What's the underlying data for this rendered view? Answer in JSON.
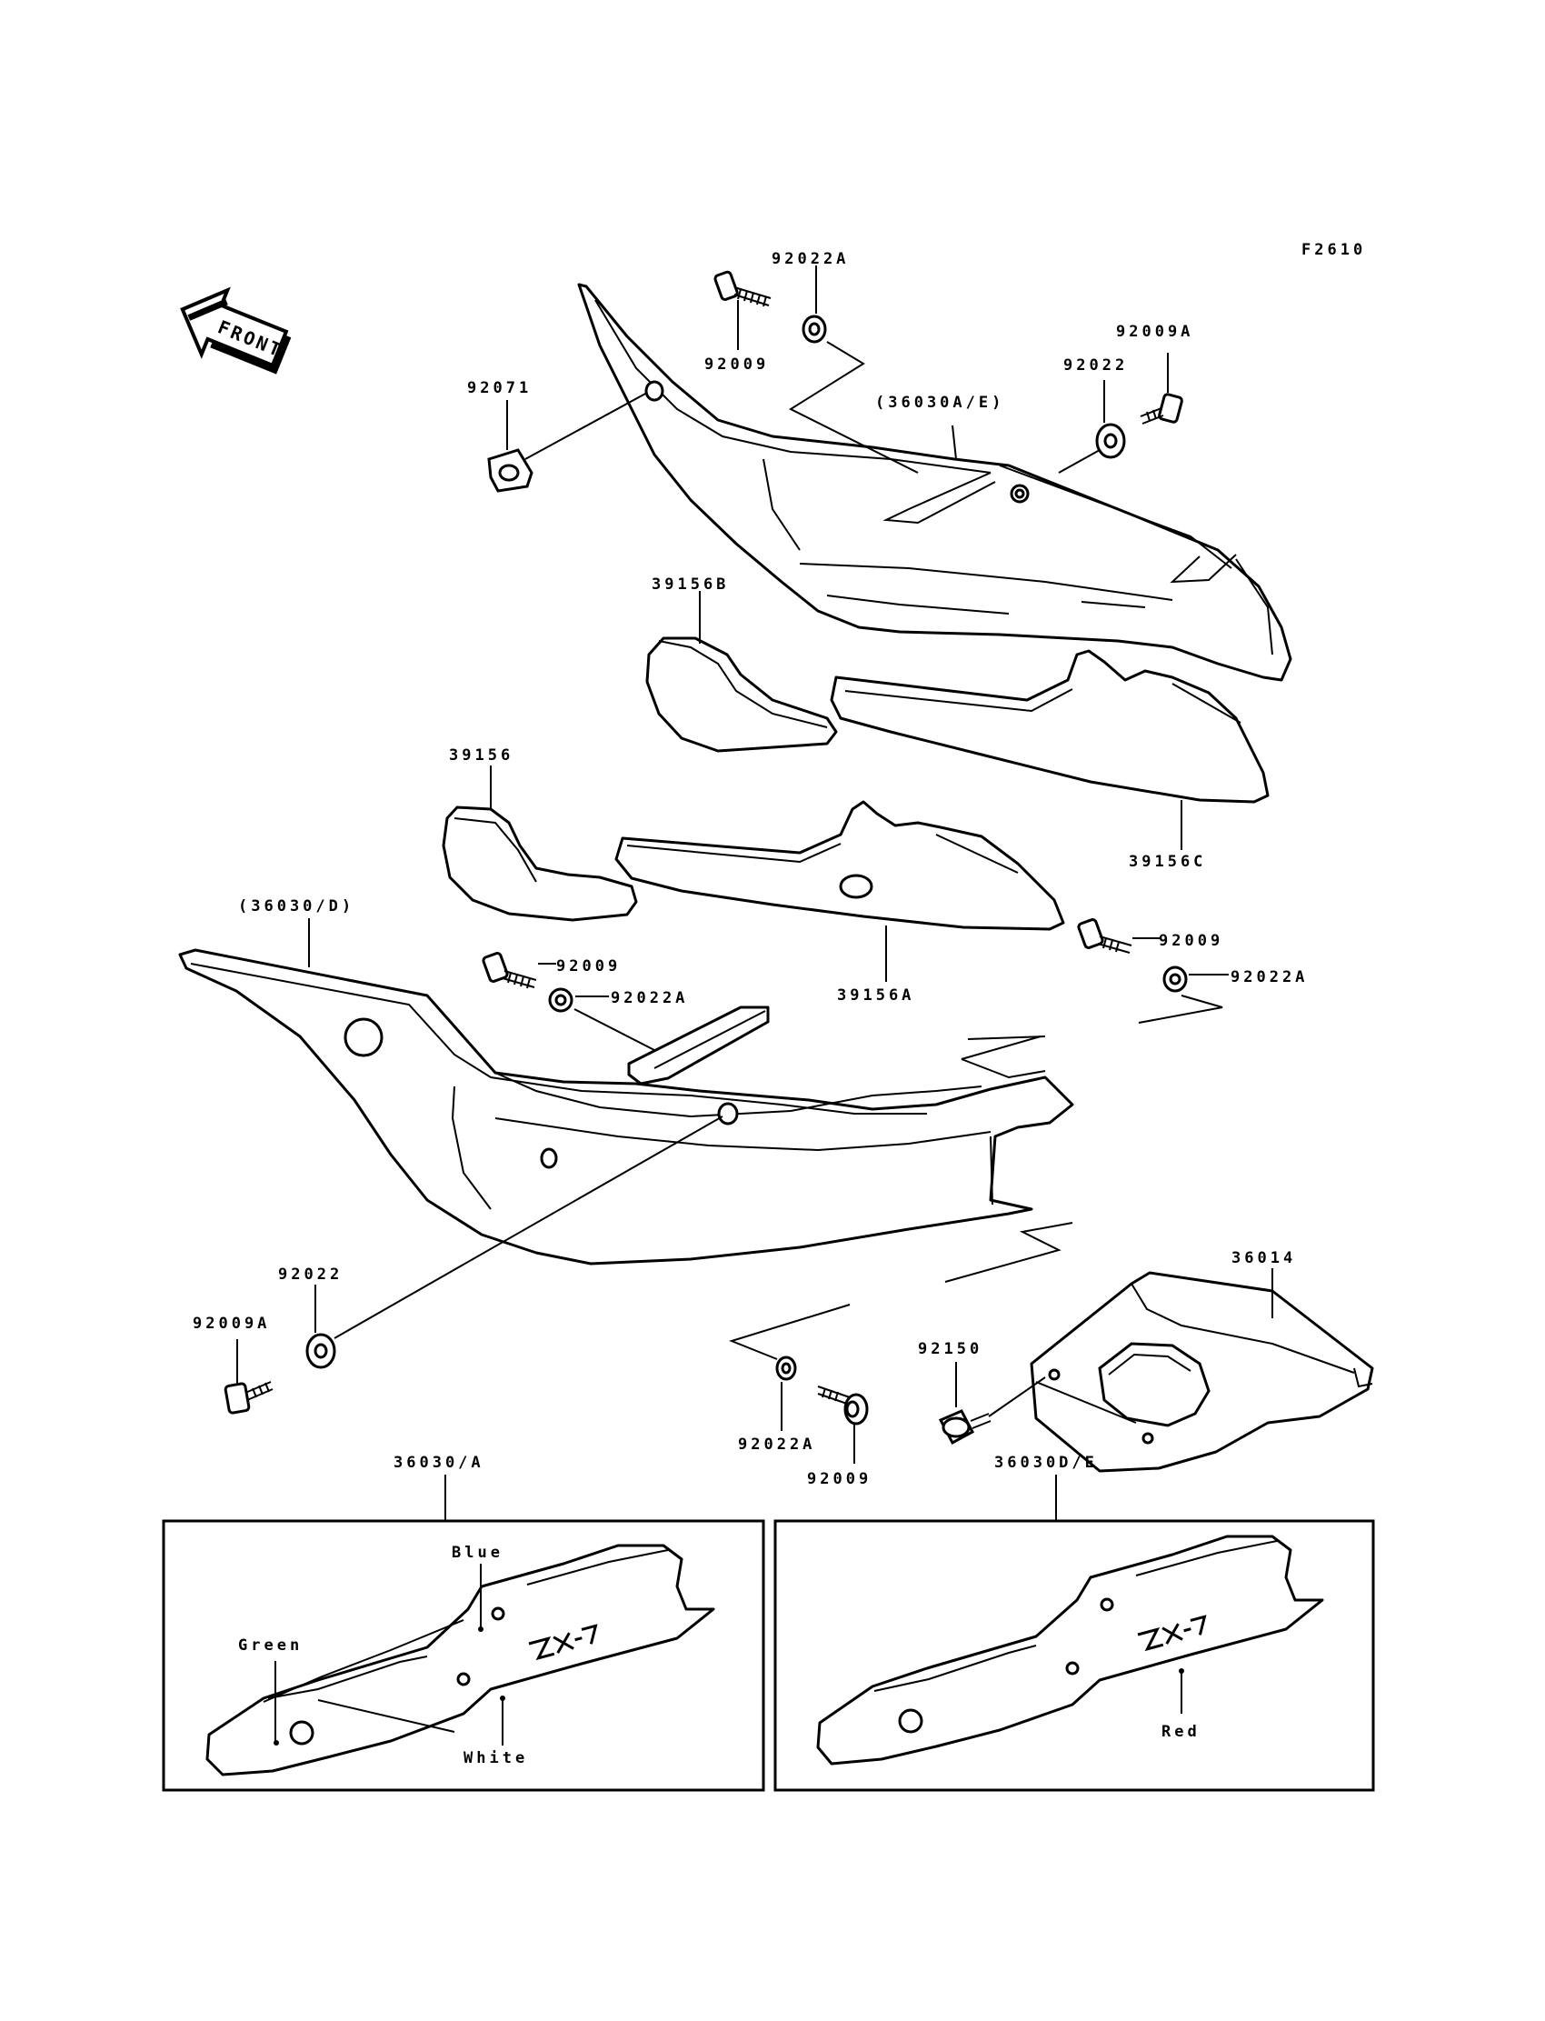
{
  "figure_code": "F2610",
  "front_label": "FRONT",
  "callouts": {
    "c_92022A_top": "92022A",
    "c_92009_top": "92009",
    "c_92009A_top": "92009A",
    "c_92022_top": "92022",
    "c_92071": "92071",
    "c_36030AE": "(36030A/E)",
    "c_39156B": "39156B",
    "c_39156": "39156",
    "c_39156C": "39156C",
    "c_36030D": "(36030/D)",
    "c_92009_mid": "92009",
    "c_92022A_mid": "92022A",
    "c_39156A": "39156A",
    "c_92009_right": "92009",
    "c_92022A_right": "92022A",
    "c_92022_low": "92022",
    "c_92009A_low": "92009A",
    "c_36014": "36014",
    "c_92150": "92150",
    "c_92022A_low": "92022A",
    "c_92009_low": "92009",
    "c_36030A_box": "36030/A",
    "c_36030DE_box": "36030D/E"
  },
  "insets": {
    "left": {
      "colors": {
        "blue": "Blue",
        "green": "Green",
        "white": "White"
      },
      "decal": "ZX-7"
    },
    "right": {
      "colors": {
        "red": "Red"
      },
      "decal": "ZX-7"
    }
  }
}
